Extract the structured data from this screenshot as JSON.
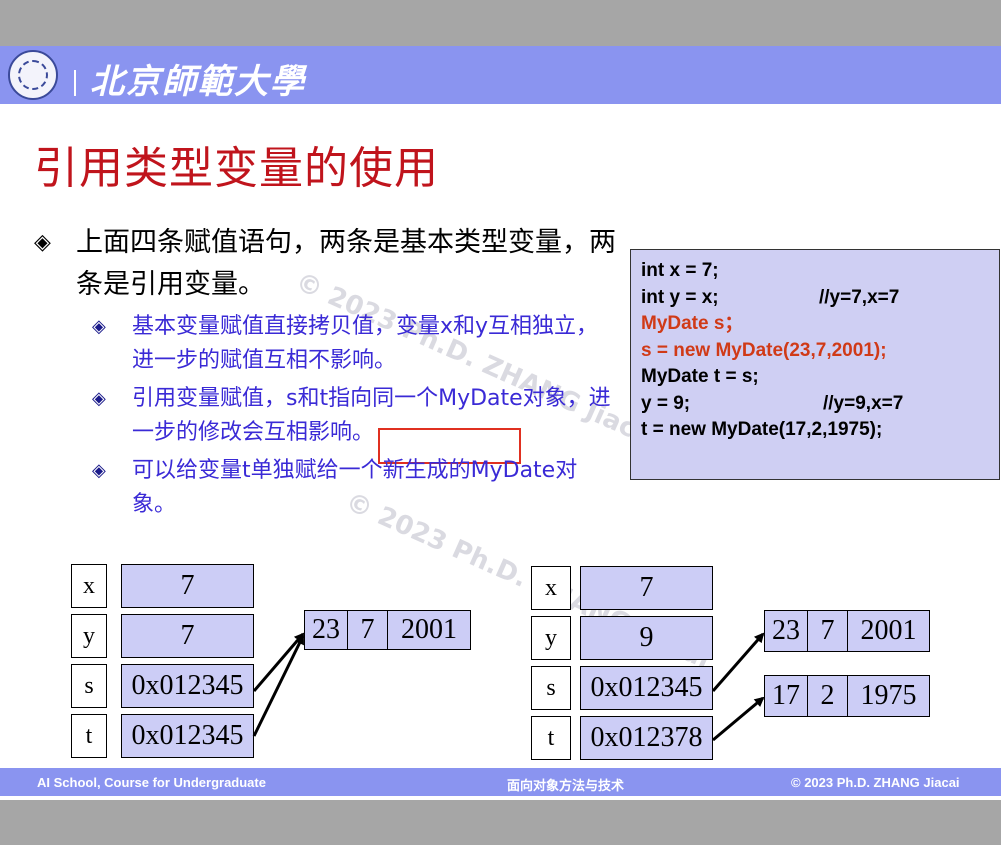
{
  "header": {
    "university": "北京師範大學"
  },
  "title": "引用类型变量的使用",
  "bullet": {
    "marker": "◈",
    "text": "上面四条赋值语句，两条是基本类型变量，两条是引用变量。"
  },
  "sub_bullets": [
    {
      "marker": "◈",
      "text": "基本变量赋值直接拷贝值，变量x和y互相独立，进一步的赋值互相不影响。"
    },
    {
      "marker": "◈",
      "text": "引用变量赋值，s和t指向同一个MyDate对象，进一步的修改会互相影响。"
    },
    {
      "marker": "◈",
      "text": "可以给变量t单独赋给一个新生成的MyDate对象。"
    }
  ],
  "code": {
    "lines": [
      {
        "text": "int x = 7;",
        "comment": ""
      },
      {
        "text": "int y = x;",
        "comment": "//y=7,x=7"
      },
      {
        "text": "MyDate s；",
        "comment": ""
      },
      {
        "text": "s = new MyDate(23,7,2001);",
        "comment": ""
      },
      {
        "text": "MyDate t = s;",
        "comment": ""
      },
      {
        "text": "y = 9;",
        "comment": "//y=9,x=7"
      },
      {
        "text": "t = new MyDate(17,2,1975);",
        "comment": ""
      }
    ],
    "highlight_color": "#d03a17"
  },
  "watermark": "© 2023 Ph.D. ZHANG Jiacai",
  "diagram_left": {
    "vars": [
      {
        "name": "x",
        "value": "7"
      },
      {
        "name": "y",
        "value": "7"
      },
      {
        "name": "s",
        "value": "0x012345"
      },
      {
        "name": "t",
        "value": "0x012345"
      }
    ],
    "object": [
      "23",
      "7",
      "2001"
    ]
  },
  "diagram_right": {
    "vars": [
      {
        "name": "x",
        "value": "7"
      },
      {
        "name": "y",
        "value": "9"
      },
      {
        "name": "s",
        "value": "0x012345"
      },
      {
        "name": "t",
        "value": "0x012378"
      }
    ],
    "object1": [
      "23",
      "7",
      "2001"
    ],
    "object2": [
      "17",
      "2",
      "1975"
    ]
  },
  "footer": {
    "left": "AI School, Course for Undergraduate",
    "center": "面向对象方法与技术",
    "right": "© 2023 Ph.D. ZHANG Jiacai"
  },
  "colors": {
    "accent_bar": "#8a94f0",
    "title": "#c0141c",
    "sub_text": "#3a2ad6",
    "cell_fill": "#cccdf6",
    "code_bg": "#cfcff3"
  }
}
